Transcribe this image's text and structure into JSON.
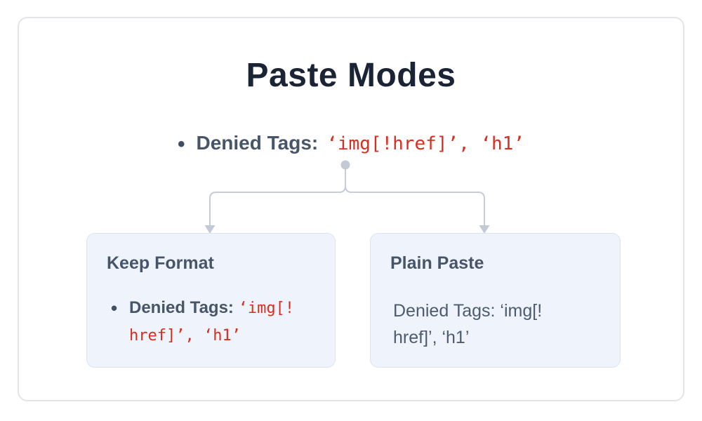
{
  "diagram": {
    "title": "Paste Modes",
    "root": {
      "bullet": "•",
      "label": "Denied Tags:",
      "code": "‘img[!href]’, ‘h1’"
    },
    "branches": [
      {
        "heading": "Keep Format",
        "bullet": "•",
        "label": "Denied Tags:",
        "code": "‘img[!href]’, ‘h1’"
      },
      {
        "heading": "Plain Paste",
        "body": "Denied Tags: ‘img[!href]’, ‘h1’"
      }
    ]
  },
  "colors": {
    "title_text": "#1b2435",
    "slate_text": "#475569",
    "body_text": "#4d5b6e",
    "code_red": "#d92d20",
    "box_background": "#eff3fc",
    "box_border": "#dbe3f5",
    "connector": "#c5cdd9",
    "card_border": "#e2e4e7"
  }
}
